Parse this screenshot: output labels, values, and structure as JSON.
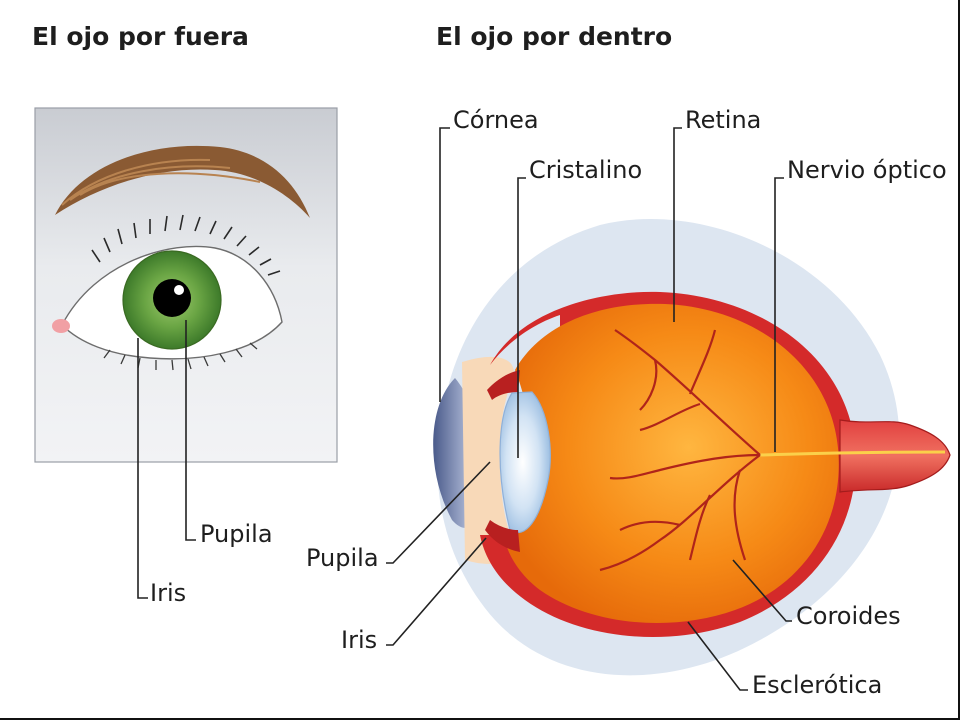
{
  "headings": {
    "outside": "El ojo por fuera",
    "inside": "El ojo por dentro"
  },
  "outside_labels": {
    "pupila": "Pupila",
    "iris": "Iris"
  },
  "inside_labels": {
    "cornea": "Córnea",
    "cristalino": "Cristalino",
    "retina": "Retina",
    "nervio_optico": "Nervio óptico",
    "pupila": "Pupila",
    "iris": "Iris",
    "coroides": "Coroides",
    "esclerotica": "Esclerótica"
  },
  "colors": {
    "iris_green": "#5f9a3c",
    "eyeball_orange": "#f07810",
    "choroid_red": "#d42a2a",
    "sclera_blue": "#dde6f1",
    "lens_blue": "#bcd6ee",
    "brow_brown": "#8a5a33"
  }
}
